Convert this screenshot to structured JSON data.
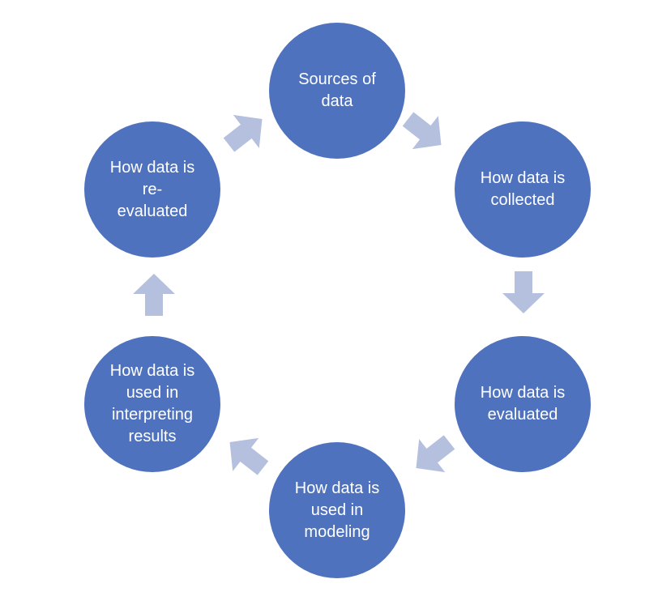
{
  "diagram": {
    "colors": {
      "node_fill": "#4f72be",
      "arrow_fill": "#b4c0de",
      "text": "#ffffff"
    },
    "nodes": [
      {
        "label": "Sources of\ndata"
      },
      {
        "label": "How data is\ncollected"
      },
      {
        "label": "How data is\nevaluated"
      },
      {
        "label": "How data is\nused in\nmodeling"
      },
      {
        "label": "How data is\nused in\ninterpreting\nresults"
      },
      {
        "label": "How data is\nre-\nevaluated"
      }
    ],
    "arrow_icon": "block-arrow-icon"
  }
}
